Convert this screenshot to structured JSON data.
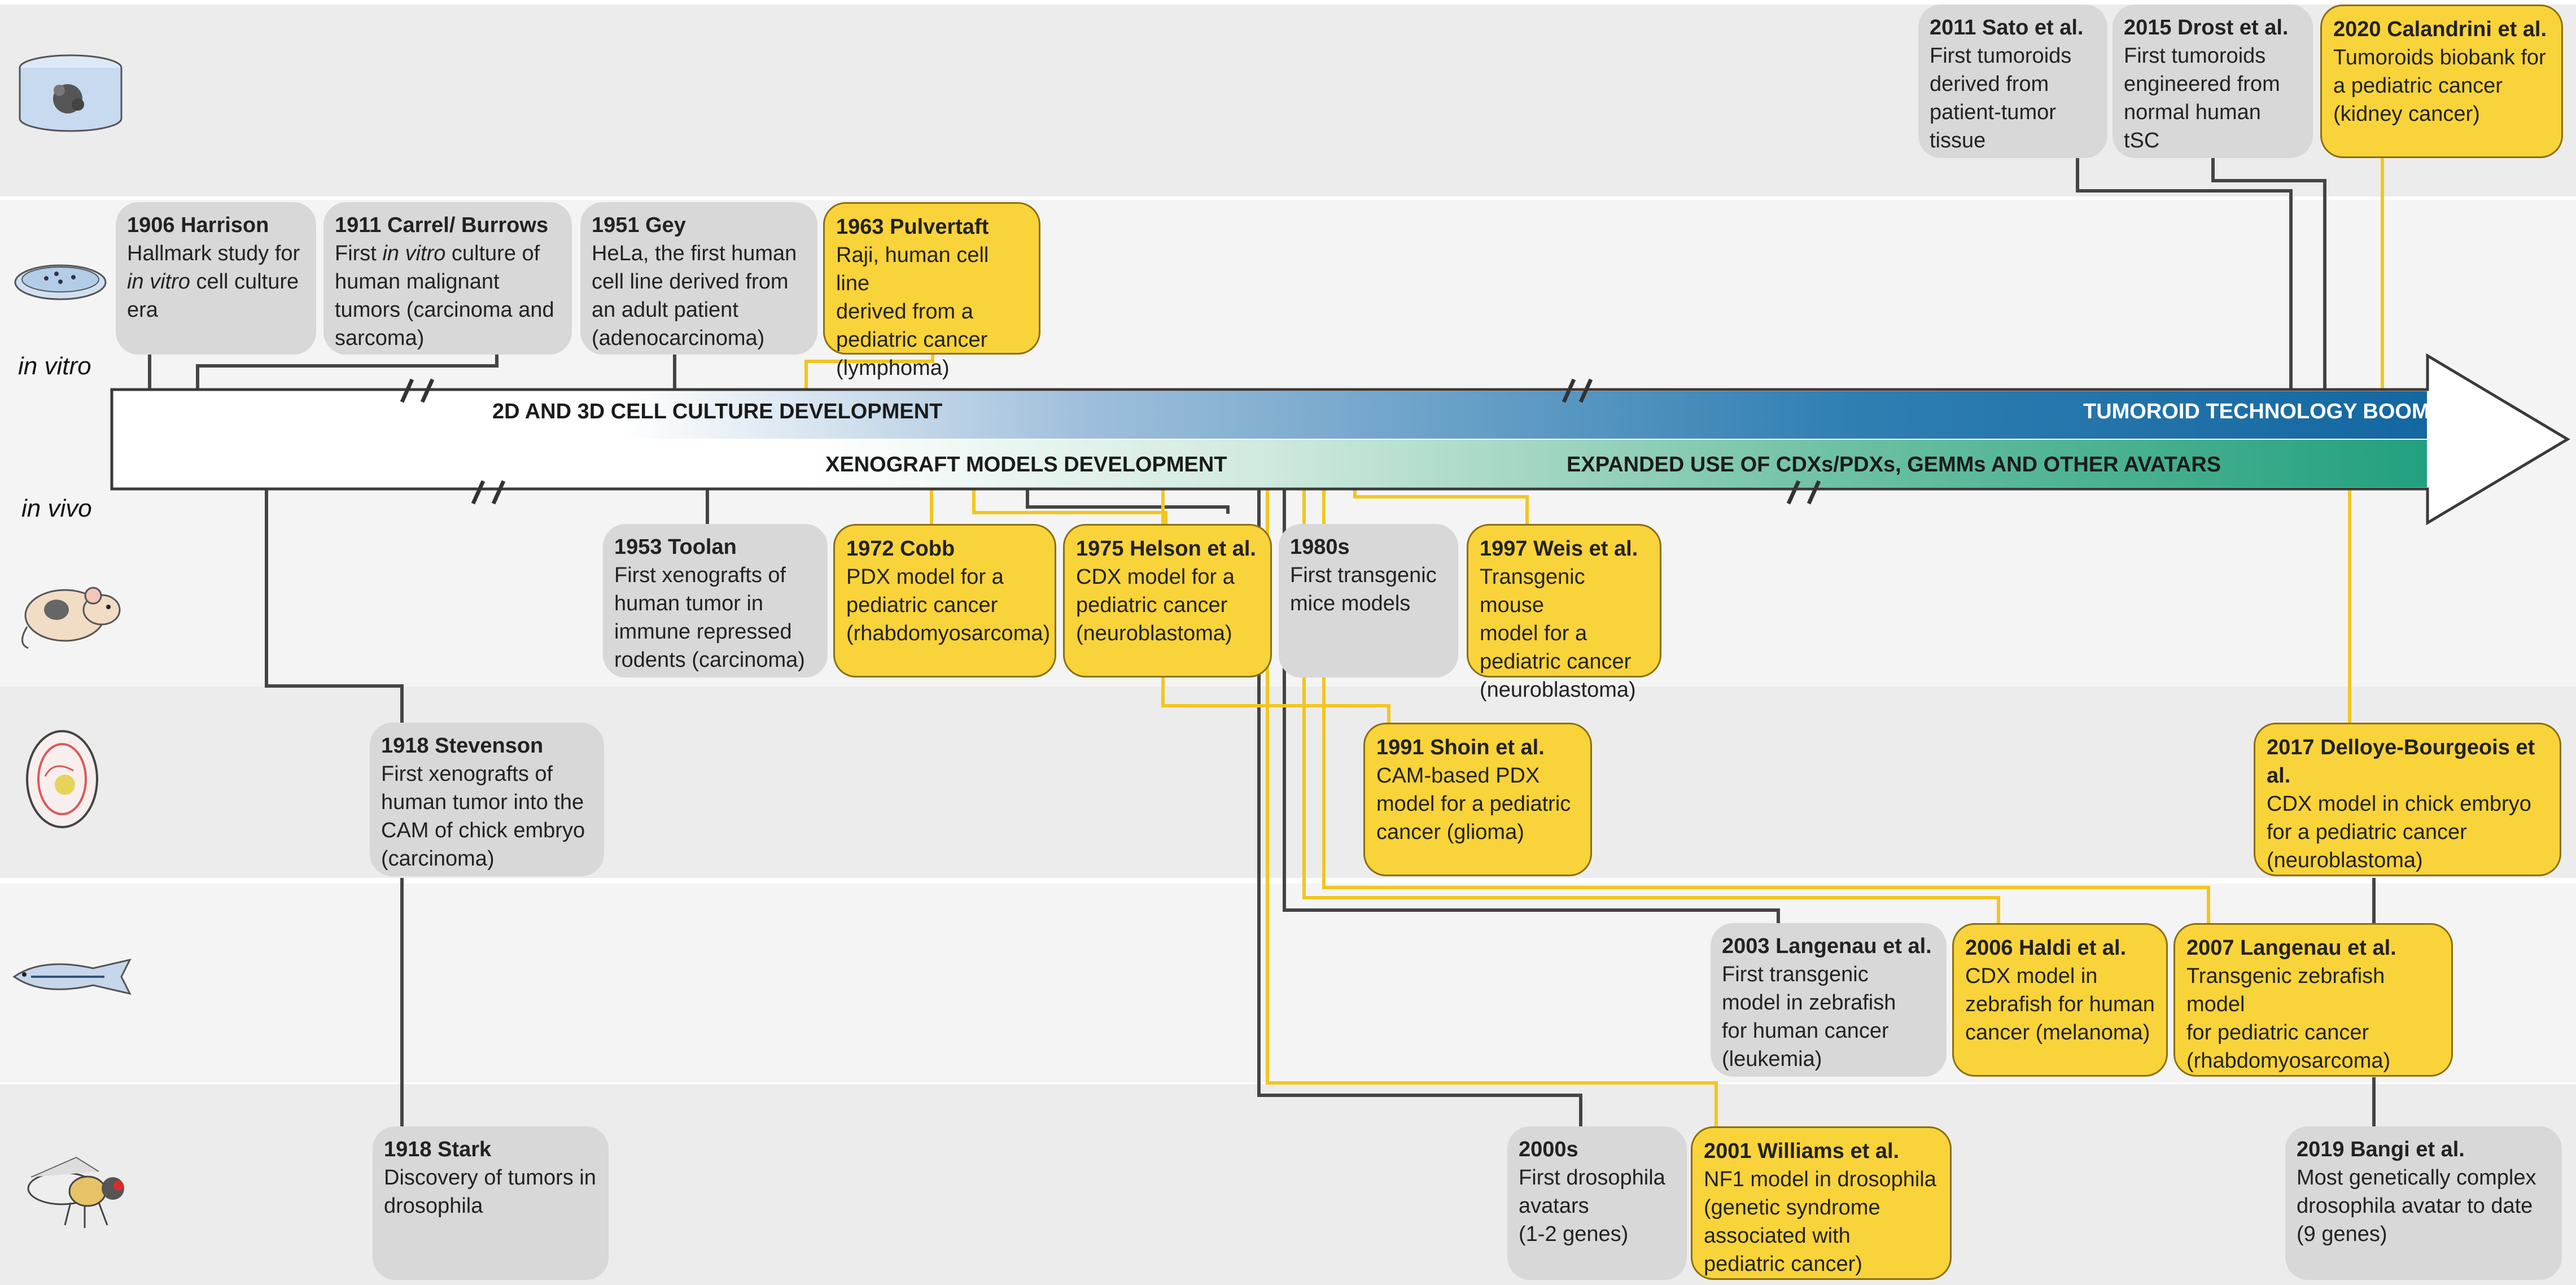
{
  "row_labels": {
    "in_vitro": "in vitro",
    "in_vivo": "in vivo"
  },
  "axis": {
    "top_left": "2D AND 3D CELL CULTURE DEVELOPMENT",
    "top_right": "TUMOROID TECHNOLOGY BOOM",
    "bottom_mid": "XENOGRAFT MODELS DEVELOPMENT",
    "bottom_right": "EXPANDED USE OF CDXs/PDXs, GEMMs AND OTHER AVATARS"
  },
  "icons": [
    "organoid-dish-icon",
    "petri-dish-icon",
    "mouse-icon",
    "chick-embryo-egg-icon",
    "zebrafish-icon",
    "drosophila-icon"
  ],
  "colors": {
    "yellow": "#f9d33a",
    "gray": "#d8d8d8",
    "blue": "#1a6fa5",
    "teal": "#2aa58a",
    "connector_dark": "#444444",
    "connector_yellow": "#f2c61f"
  },
  "events": [
    {
      "id": "sato",
      "color": "gray",
      "title": "2011  Sato et al.",
      "body": "First tumoroids\nderived from\npatient-tumor\ntissue"
    },
    {
      "id": "drost",
      "color": "gray",
      "title": "2015 Drost et al.",
      "body": "First tumoroids\nengineered from\nnormal human tSC"
    },
    {
      "id": "calandrini",
      "color": "yellow",
      "title": "2020 Calandrini et al.",
      "body": "Tumoroids biobank for\na pediatric cancer\n(kidney cancer)"
    },
    {
      "id": "harrison",
      "color": "gray",
      "title": "1906 Harrison",
      "body_parts": [
        "Hallmark study for\n",
        "in vitro",
        " cell culture\nera"
      ]
    },
    {
      "id": "carrel",
      "color": "gray",
      "title": "1911 Carrel/ Burrows",
      "body_parts": [
        "First ",
        "in vitro",
        " culture of\nhuman malignant\ntumors (carcinoma and\nsarcoma)"
      ]
    },
    {
      "id": "gey",
      "color": "gray",
      "title": "1951 Gey",
      "body": "HeLa, the first human\ncell line derived from\nan adult patient\n(adenocarcinoma)"
    },
    {
      "id": "pulvertaft",
      "color": "yellow",
      "title": "1963 Pulvertaft",
      "body": "Raji, human cell line\nderived from a\npediatric cancer\n(lymphoma)"
    },
    {
      "id": "toolan",
      "color": "gray",
      "title": "1953 Toolan",
      "body": "First xenografts of\nhuman tumor in\nimmune repressed\nrodents (carcinoma)"
    },
    {
      "id": "cobb",
      "color": "yellow",
      "title": "1972 Cobb",
      "body": "PDX model for a\npediatric cancer\n(rhabdomyosarcoma)"
    },
    {
      "id": "helson",
      "color": "yellow",
      "title": "1975 Helson et al.",
      "body": "CDX model for a\npediatric cancer\n(neuroblastoma)"
    },
    {
      "id": "transgenic-mice",
      "color": "gray",
      "title": "1980s",
      "body": "First transgenic\nmice models"
    },
    {
      "id": "weis",
      "color": "yellow",
      "title": "1997 Weis et al.",
      "body": "Transgenic mouse\nmodel for a\npediatric cancer\n(neuroblastoma)"
    },
    {
      "id": "stevenson",
      "color": "gray",
      "title": "1918 Stevenson",
      "body": "First xenografts of\nhuman tumor into the\nCAM of chick embryo\n(carcinoma)"
    },
    {
      "id": "shoin",
      "color": "yellow",
      "title": "1991 Shoin et al.",
      "body": "CAM-based PDX\nmodel for a pediatric\ncancer (glioma)"
    },
    {
      "id": "delloye",
      "color": "yellow",
      "title": "2017 Delloye-Bourgeois et al.",
      "body": "CDX model in chick embryo\nfor a pediatric cancer\n(neuroblastoma)"
    },
    {
      "id": "langenau2003",
      "color": "gray",
      "title": "2003 Langenau et al.",
      "body": "First transgenic\nmodel in zebrafish\nfor human cancer\n(leukemia)"
    },
    {
      "id": "haldi",
      "color": "yellow",
      "title": "2006 Haldi et al.",
      "body": "CDX model in\nzebrafish for human\ncancer (melanoma)"
    },
    {
      "id": "langenau2007",
      "color": "yellow",
      "title": "2007 Langenau et al.",
      "body": "Transgenic zebrafish model\nfor  pediatric cancer\n(rhabdomyosarcoma)"
    },
    {
      "id": "stark",
      "color": "gray",
      "title": "1918 Stark",
      "body": "Discovery of tumors in\ndrosophila"
    },
    {
      "id": "drosophila2000s",
      "color": "gray",
      "title": "2000s",
      "body": "First drosophila\navatars\n(1-2 genes)"
    },
    {
      "id": "williams",
      "color": "yellow",
      "title": "2001 Williams et al.",
      "body": "NF1 model in drosophila\n(genetic syndrome\nassociated with\npediatric cancer)"
    },
    {
      "id": "bangi",
      "color": "gray",
      "title": "2019 Bangi et al.",
      "body": "Most genetically complex\ndrosophila avatar to date\n(9 genes)"
    }
  ]
}
